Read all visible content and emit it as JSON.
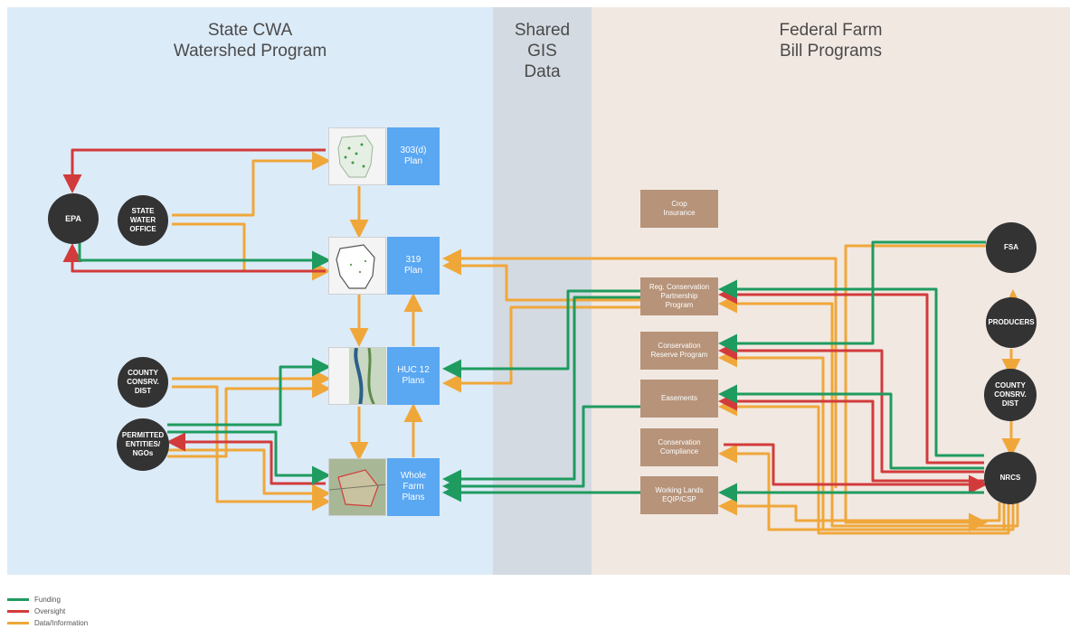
{
  "panels": {
    "state_title": "State CWA\nWatershed Program",
    "gis_title": "Shared\nGIS\nData",
    "federal_title": "Federal Farm\nBill Programs"
  },
  "actors": {
    "epa": "EPA",
    "state_water_office": "STATE\nWATER\nOFFICE",
    "county_consrv_dist_left": "COUNTY\nCONSRV.\nDIST",
    "permitted_entities": "PERMITTED\nENTITIES/\nNGOs",
    "fsa": "FSA",
    "producers": "PRODUCERS",
    "county_consrv_dist_right": "COUNTY\nCONSRV.\nDIST",
    "nrcs": "NRCS"
  },
  "plans": {
    "p303d": "303(d)\nPlan",
    "p319": "319\nPlan",
    "huc12": "HUC 12\nPlans",
    "whole_farm": "Whole\nFarm\nPlans"
  },
  "programs": {
    "crop_insurance": "Crop\nInsurance",
    "rcpp": "Reg. Conservation\nPartnership\nProgram",
    "crp": "Conservation\nReserve Program",
    "easements": "Easements",
    "compliance": "Conservation\nCompliance",
    "working_lands": "Working Lands\nEQIP/CSP"
  },
  "legend": {
    "funding": "Funding",
    "oversight": "Oversight",
    "data": "Data/Information"
  },
  "colors": {
    "funding": "#1f9b5f",
    "oversight": "#d23b3b",
    "data": "#f0a73a",
    "state_bg": "#dcebf8",
    "gis_bg": "#d3dae2",
    "federal_bg": "#f1e8e2",
    "plan_box": "#5aa7f2",
    "program_box": "#b69379",
    "actor_node": "#333333"
  }
}
